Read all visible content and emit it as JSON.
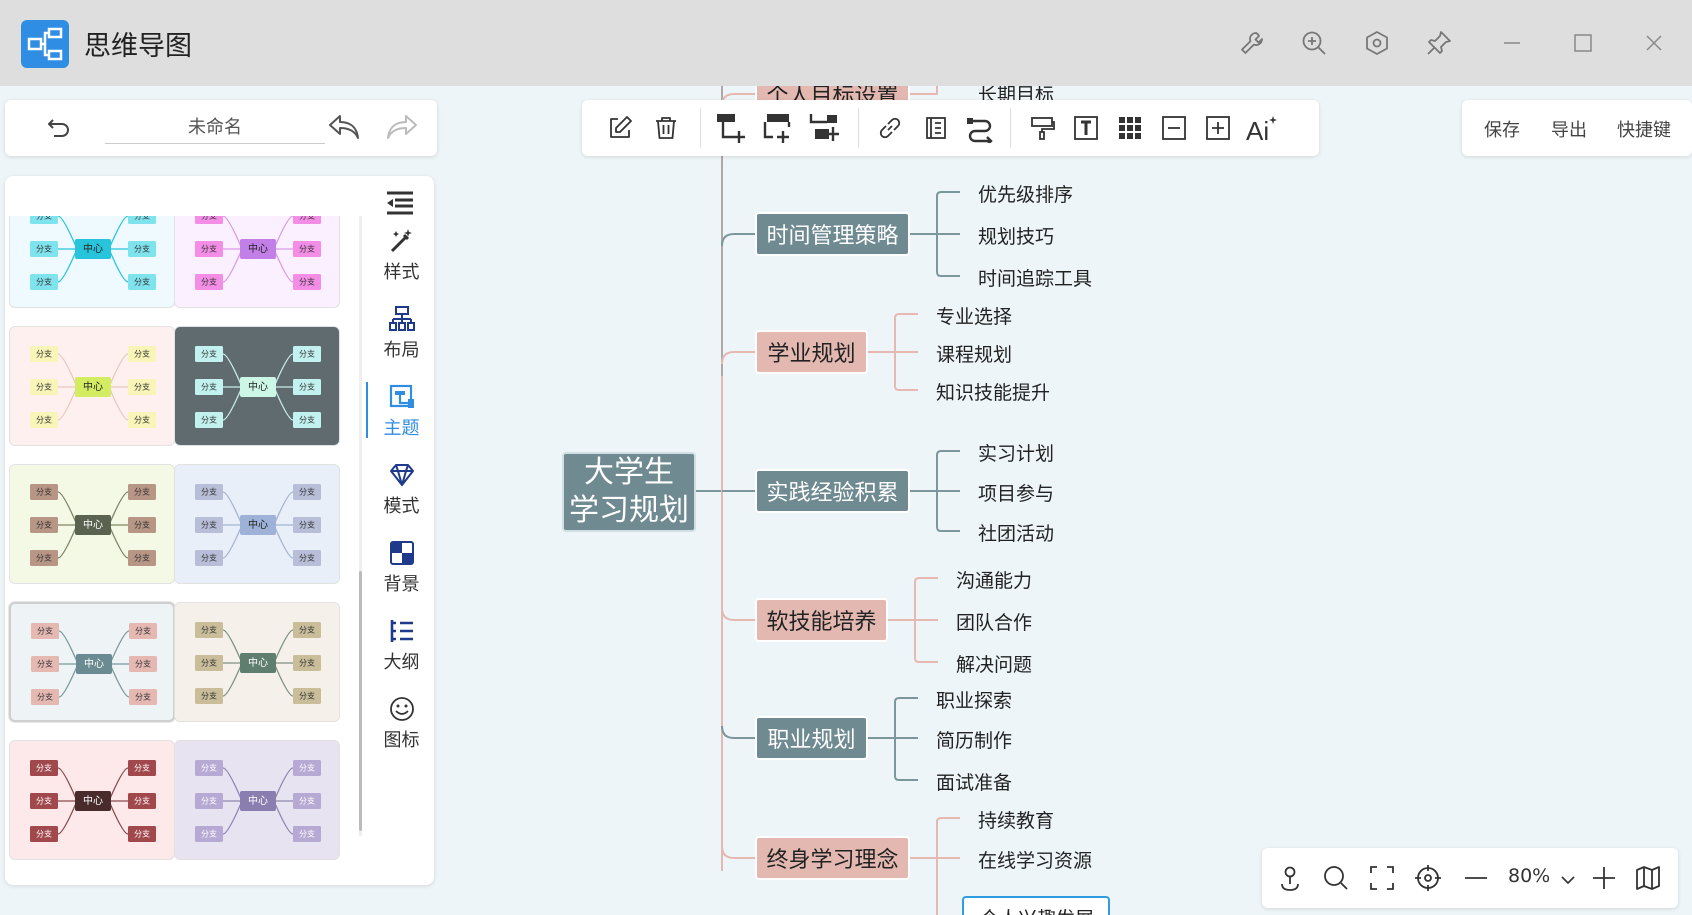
{
  "app": {
    "title": "思维导图"
  },
  "window_controls": [
    "wrench-icon",
    "zoom-in-icon",
    "hex-settings-icon",
    "pin-icon",
    "minimize-icon",
    "maximize-icon",
    "close-icon"
  ],
  "doc": {
    "name": "未命名"
  },
  "toolbar": {
    "tools": [
      "edit-icon",
      "delete-icon",
      "add-child-icon",
      "add-sibling-icon",
      "add-parent-icon",
      "link-icon",
      "note-icon",
      "relation-icon",
      "format-painter-icon",
      "text-icon",
      "grid-icon",
      "collapse-icon",
      "expand-icon",
      "ai-icon"
    ]
  },
  "actions": {
    "save": "保存",
    "export": "导出",
    "shortcuts": "快捷键"
  },
  "side_tabs": [
    {
      "label": "样式",
      "icon": "magic-wand-icon"
    },
    {
      "label": "布局",
      "icon": "layout-tree-icon"
    },
    {
      "label": "主题",
      "icon": "theme-icon",
      "active": true
    },
    {
      "label": "模式",
      "icon": "diamond-icon"
    },
    {
      "label": "背景",
      "icon": "background-icon"
    },
    {
      "label": "大纲",
      "icon": "outline-icon"
    },
    {
      "label": "图标",
      "icon": "smiley-icon"
    }
  ],
  "theme_thumb": {
    "center": "中心",
    "branch": "分支"
  },
  "themes": [
    {
      "bg": "#eefaff",
      "center": "#28c4dc",
      "branch": "#7fe3ee",
      "line": "#28c4dc",
      "text": "#333"
    },
    {
      "bg": "#fbf0ff",
      "center": "#c27fe8",
      "branch": "#f38de6",
      "line": "#d99be8",
      "text": "#333"
    },
    {
      "bg": "#fff0f0",
      "center": "#d4ec62",
      "branch": "#f9f5b8",
      "line": "#e8c8c0",
      "text": "#333"
    },
    {
      "bg": "#5f6b6e",
      "center": "#ccf6e6",
      "branch": "#c2f2f0",
      "line": "#c9ece6",
      "text": "#333"
    },
    {
      "bg": "#f4f9e6",
      "center": "#5a6350",
      "branch": "#b89686",
      "line": "#7c8467",
      "text": "#333",
      "center_text": "#fff"
    },
    {
      "bg": "#e9eff9",
      "center": "#9db2d6",
      "branch": "#b8bed7",
      "line": "#a4b4cf",
      "text": "#333"
    },
    {
      "bg": "#eef4f5",
      "center": "#6b8b92",
      "branch": "#e5b9b2",
      "line": "#7c979c",
      "text": "#333",
      "center_text": "#fff"
    },
    {
      "bg": "#f5f1ea",
      "center": "#5f7e70",
      "branch": "#c9bd9a",
      "line": "#7d8f82",
      "text": "#333",
      "center_text": "#fff"
    },
    {
      "bg": "#fde9ea",
      "center": "#4a2b2c",
      "branch": "#a1484c",
      "line": "#8a4a4d",
      "text": "#fff",
      "center_text": "#fff"
    },
    {
      "bg": "#e8e3f0",
      "center": "#8a7db0",
      "branch": "#b6a9d4",
      "line": "#8e86b1",
      "text": "#fff",
      "center_text": "#fff"
    }
  ],
  "mindmap": {
    "root": "大学生\n学习规划",
    "clipped_top_branch": "个人目标设置",
    "clipped_top_leaf": "长期目标",
    "branches": [
      {
        "label": "时间管理策略",
        "color": "teal",
        "leaves": [
          "优先级排序",
          "规划技巧",
          "时间追踪工具"
        ]
      },
      {
        "label": "学业规划",
        "color": "rose",
        "leaves": [
          "专业选择",
          "课程规划",
          "知识技能提升"
        ]
      },
      {
        "label": "实践经验积累",
        "color": "teal",
        "leaves": [
          "实习计划",
          "项目参与",
          "社团活动"
        ]
      },
      {
        "label": "软技能培养",
        "color": "rose",
        "leaves": [
          "沟通能力",
          "团队合作",
          "解决问题"
        ]
      },
      {
        "label": "职业规划",
        "color": "teal",
        "leaves": [
          "职业探索",
          "简历制作",
          "面试准备"
        ]
      },
      {
        "label": "终身学习理念",
        "color": "rose",
        "leaves": [
          "持续教育",
          "在线学习资源",
          "个人兴趣发展"
        ]
      }
    ]
  },
  "zoom": {
    "value": "80%"
  },
  "zoombar_icons": [
    "locate-person-icon",
    "search-icon",
    "fullscreen-icon",
    "target-icon",
    "zoom-out-icon",
    "chevron-down-icon",
    "zoom-in-icon",
    "map-icon"
  ]
}
